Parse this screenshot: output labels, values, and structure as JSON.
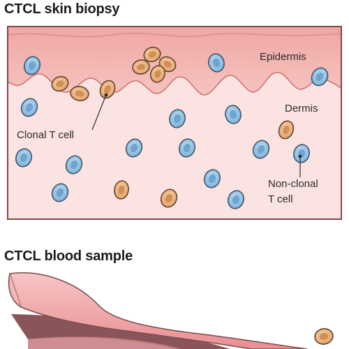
{
  "panels": {
    "biopsy": {
      "title": "CTCL skin biopsy"
    },
    "blood": {
      "title": "CTCL blood sample"
    }
  },
  "labels": {
    "epidermis": "Epidermis",
    "dermis": "Dermis",
    "clonal": "Clonal T cell",
    "nonclonal_line1": "Non-clonal",
    "nonclonal_line2": "T cell"
  },
  "colors": {
    "epidermis": "#f2b4b0",
    "dermis": "#fbe3e1",
    "clonal_cell": "#e8b27c",
    "nonclonal_cell": "#8fbfe0",
    "vessel_outer": "#ee9fa0",
    "vessel_inner": "#7c4a4e"
  }
}
